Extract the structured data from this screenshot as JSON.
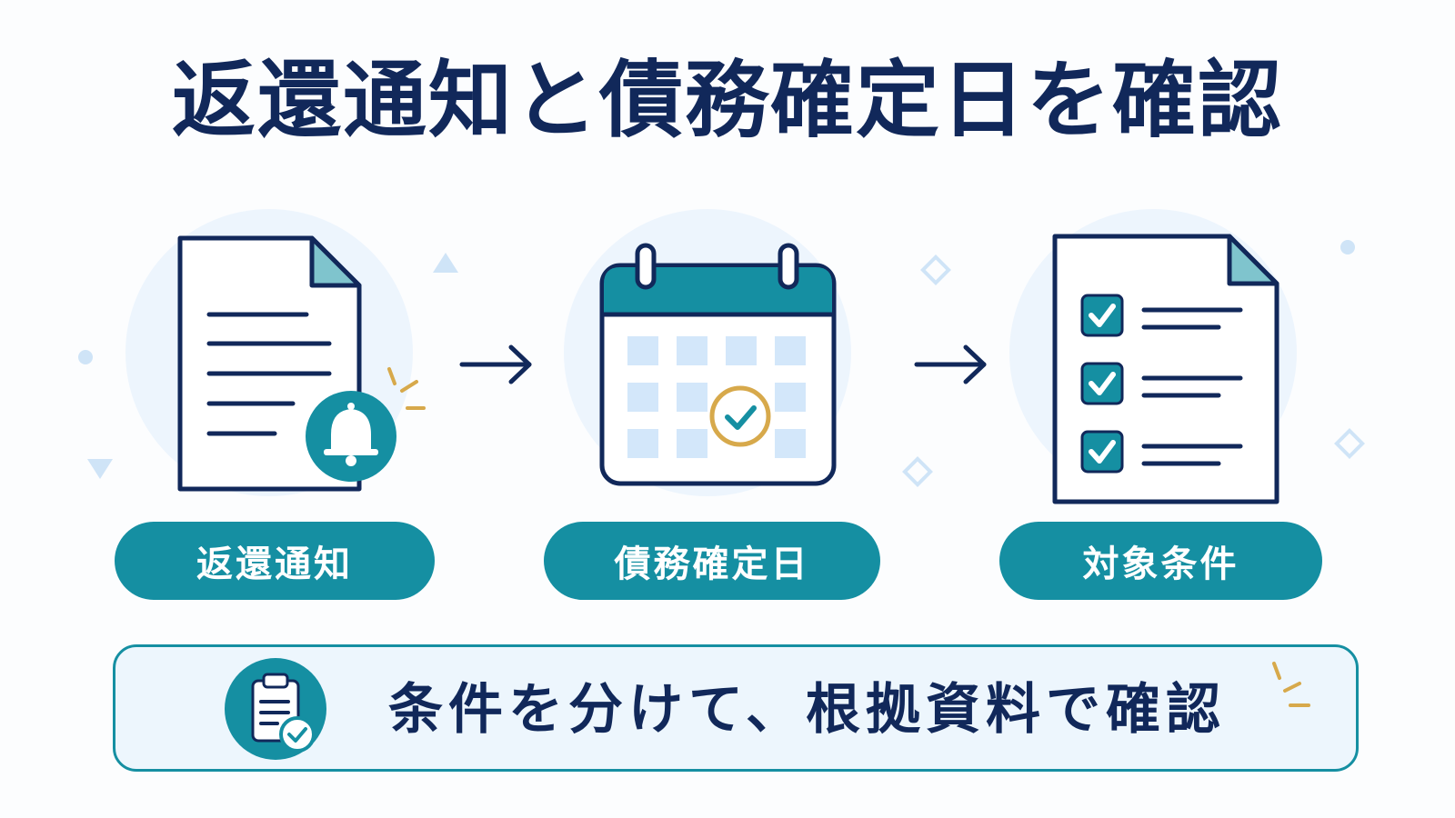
{
  "title": "返還通知と債務確定日を確認",
  "steps": [
    {
      "label": "返還通知",
      "icon": "document-bell-icon"
    },
    {
      "label": "債務確定日",
      "icon": "calendar-check-icon"
    },
    {
      "label": "対象条件",
      "icon": "checklist-document-icon"
    }
  ],
  "banner": {
    "text": "条件を分けて、根拠資料で確認",
    "icon": "clipboard-check-icon"
  },
  "colors": {
    "navy": "#11285a",
    "teal": "#158fa2",
    "light_blue": "#d3e7fa",
    "bg_circle": "#edf5fd",
    "gold": "#d7a94b"
  }
}
